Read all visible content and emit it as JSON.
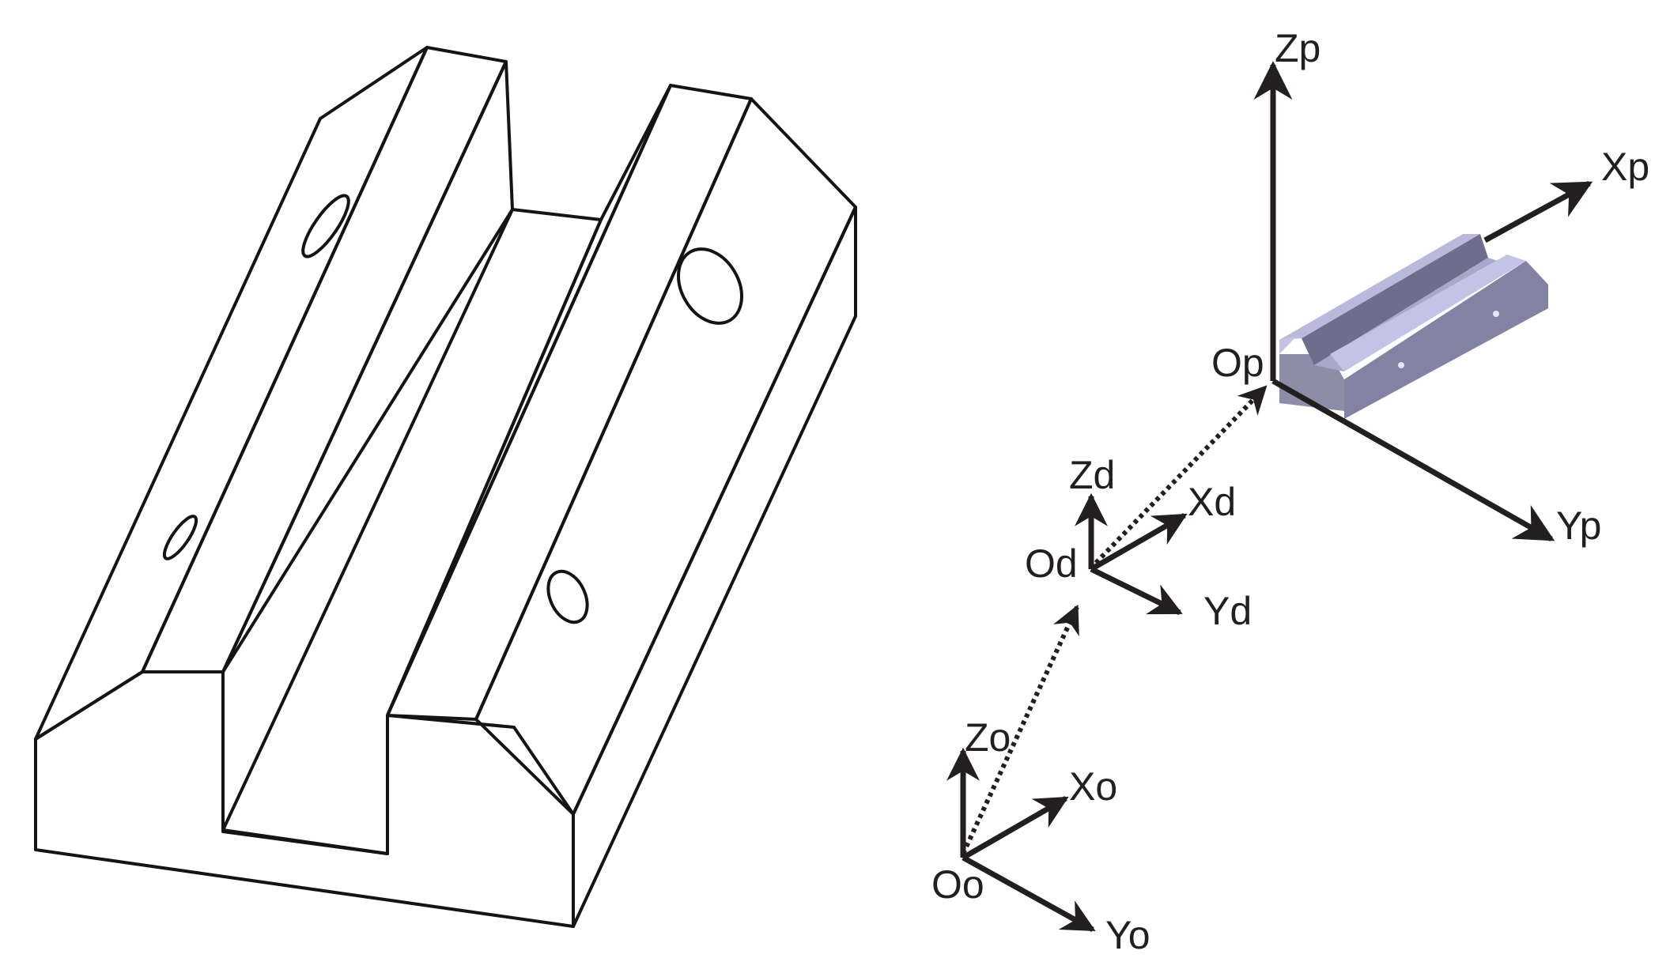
{
  "colors": {
    "face_light": "#c9c9ef",
    "face_mid": "#bcbce4",
    "face_dark": "#676781",
    "face_front": "#8a8aa3",
    "face_side": "#7c7c98",
    "ink": "#231f20"
  },
  "frames": {
    "part": {
      "origin": "Op",
      "x": "Xp",
      "y": "Yp",
      "z": "Zp"
    },
    "device": {
      "origin": "Od",
      "x": "Xd",
      "y": "Yd",
      "z": "Zd"
    },
    "observer": {
      "origin": "Oo",
      "x": "Xo",
      "y": "Yo",
      "z": "Zo"
    }
  }
}
